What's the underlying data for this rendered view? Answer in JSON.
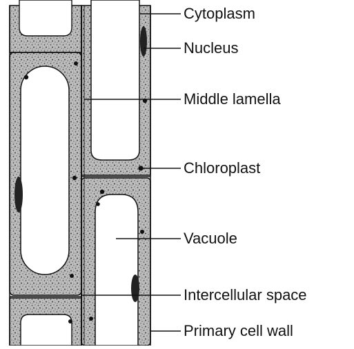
{
  "diagram": {
    "labels": {
      "cytoplasm": "Cytoplasm",
      "nucleus": "Nucleus",
      "middle_lamella": "Middle lamella",
      "chloroplast": "Chloroplast",
      "vacuole": "Vacuole",
      "intercellular_space": "Intercellular space",
      "primary_cell_wall": "Primary cell wall"
    },
    "colors": {
      "ink": "#111111",
      "cytoplasm_fill": "#b9b9b9",
      "vacuole_fill": "#ffffff",
      "organelle": "#1c1c1c"
    }
  }
}
